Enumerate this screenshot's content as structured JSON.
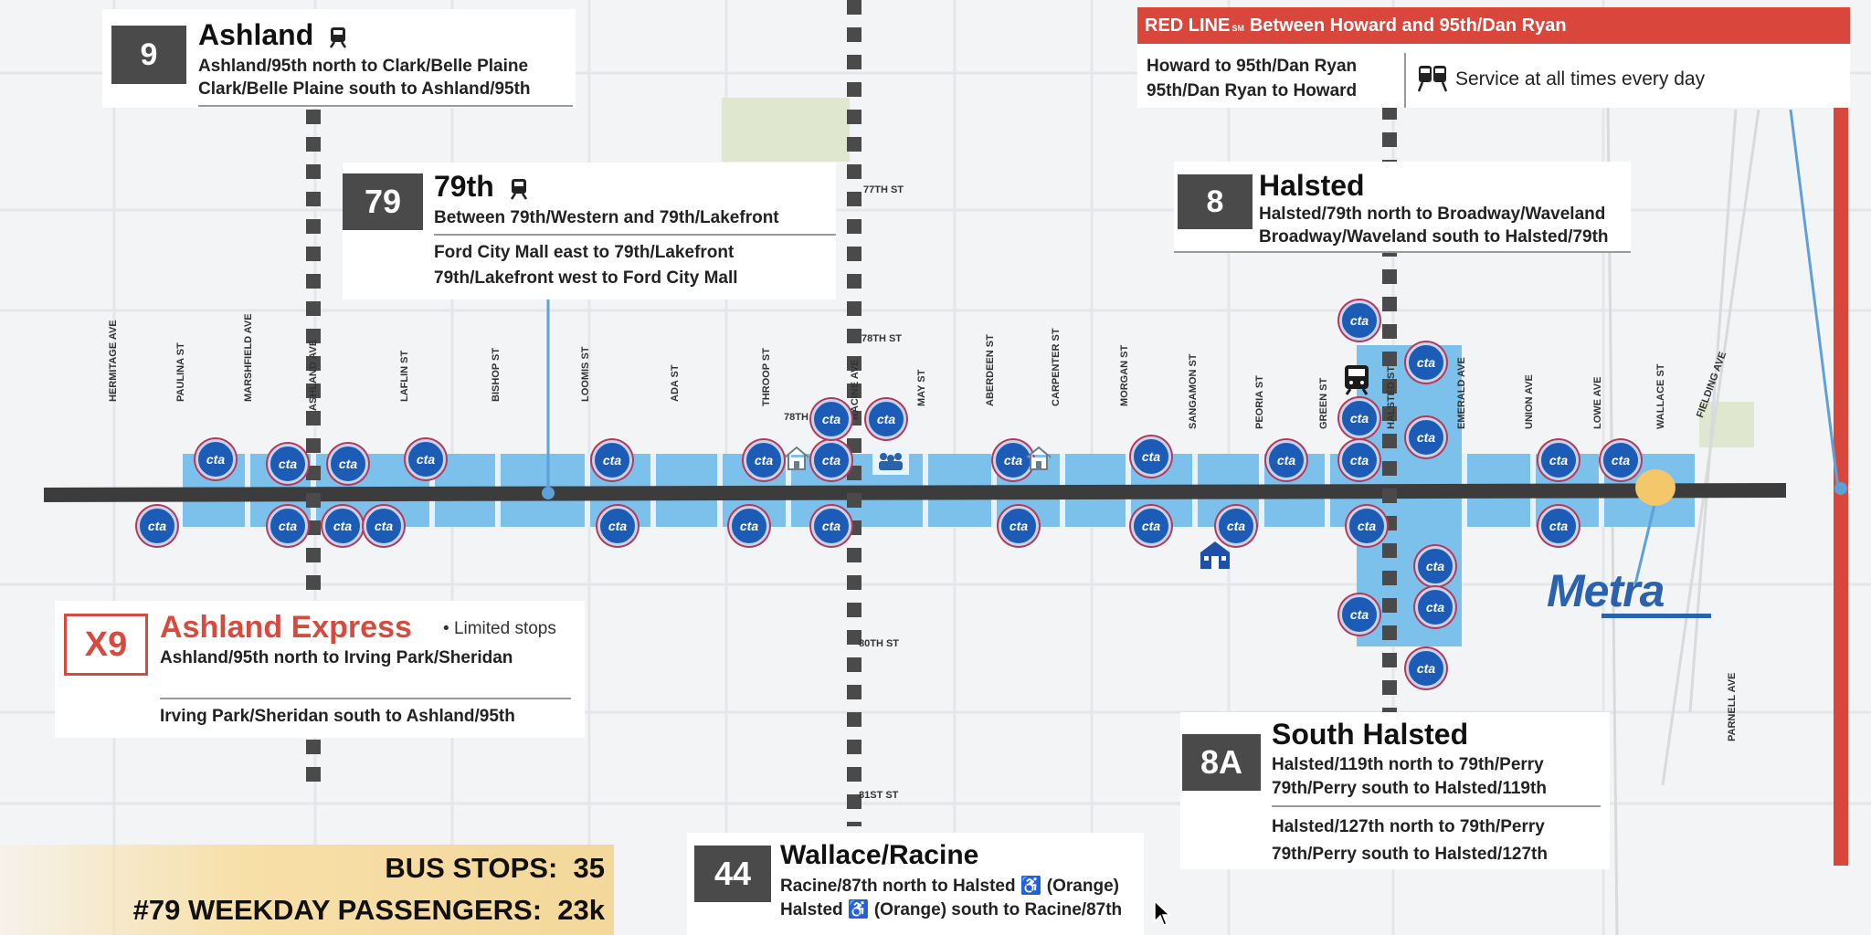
{
  "routes": {
    "r9": {
      "number": "9",
      "name": "Ashland",
      "lines": [
        "Ashland/95th north to Clark/Belle Plaine",
        "Clark/Belle Plaine south to Ashland/95th"
      ]
    },
    "r79": {
      "number": "79",
      "name": "79th",
      "between": "Between 79th/Western and 79th/Lakefront",
      "lines": [
        "Ford City Mall east to 79th/Lakefront",
        "79th/Lakefront west to Ford City Mall"
      ]
    },
    "redline": {
      "title": "RED LINE",
      "tm": "SM",
      "subtitle": "Between Howard and 95th/Dan Ryan",
      "lines": [
        "Howard to 95th/Dan Ryan",
        "95th/Dan Ryan to Howard"
      ],
      "service": "Service at all times every day"
    },
    "r8": {
      "number": "8",
      "name": "Halsted",
      "lines": [
        "Halsted/79th north to Broadway/Waveland",
        "Broadway/Waveland south to Halsted/79th"
      ]
    },
    "rx9": {
      "number": "X9",
      "name": "Ashland Express",
      "note": "Limited stops",
      "lines": [
        "Ashland/95th north to Irving Park/Sheridan",
        "Irving Park/Sheridan south to Ashland/95th"
      ]
    },
    "r8a": {
      "number": "8A",
      "name": "South Halsted",
      "lines": [
        "Halsted/119th north to 79th/Perry",
        "79th/Perry south to Halsted/119th",
        "Halsted/127th north to 79th/Perry",
        "79th/Perry south to Halsted/127th"
      ]
    },
    "r44": {
      "number": "44",
      "name": "Wallace/Racine",
      "lines": [
        "Racine/87th north to Halsted ♿ (Orange)",
        "Halsted ♿ (Orange) south to Racine/87th"
      ]
    }
  },
  "stats": {
    "bus_stops_label": "BUS STOPS:",
    "bus_stops_value": "35",
    "passengers_label": "#79 WEEKDAY PASSENGERS:",
    "passengers_value": "23k"
  },
  "streets_vertical": [
    "HERMITAGE AVE",
    "PAULINA ST",
    "MARSHFIELD AVE",
    "ASHLAND AVE",
    "LAFLIN ST",
    "BISHOP ST",
    "LOOMIS ST",
    "ADA ST",
    "THROOP ST",
    "RACINE AVE",
    "MAY ST",
    "ABERDEEN ST",
    "CARPENTER ST",
    "MORGAN ST",
    "SANGAMON ST",
    "PEORIA ST",
    "GREEN ST",
    "HALSTED ST",
    "EMERALD AVE",
    "UNION AVE",
    "LOWE AVE",
    "WALLACE ST",
    "FIELDING AVE",
    "PARNELL AVE"
  ],
  "streets_horizontal": [
    "77TH ST",
    "78TH ST",
    "78TH",
    "80TH ST",
    "81ST ST"
  ],
  "stop_logo": "cta",
  "metra_logo": "Metra",
  "icons": {
    "accessible": "wheelchair-icon",
    "train": "train-icon",
    "home": "house-icon",
    "school": "school-icon",
    "community": "people-icon",
    "transfer": "train-front-icon"
  },
  "colors": {
    "corridor": "#7cc0ec",
    "road": "#3c3c3c",
    "red_line": "#d9473c",
    "route_number_bg": "#4a4a4a",
    "cta_blue": "#1d5cb6",
    "express_red": "#d64b3f",
    "metra_blue": "#2a62ad",
    "stats_bg": "#f7dfa8"
  }
}
